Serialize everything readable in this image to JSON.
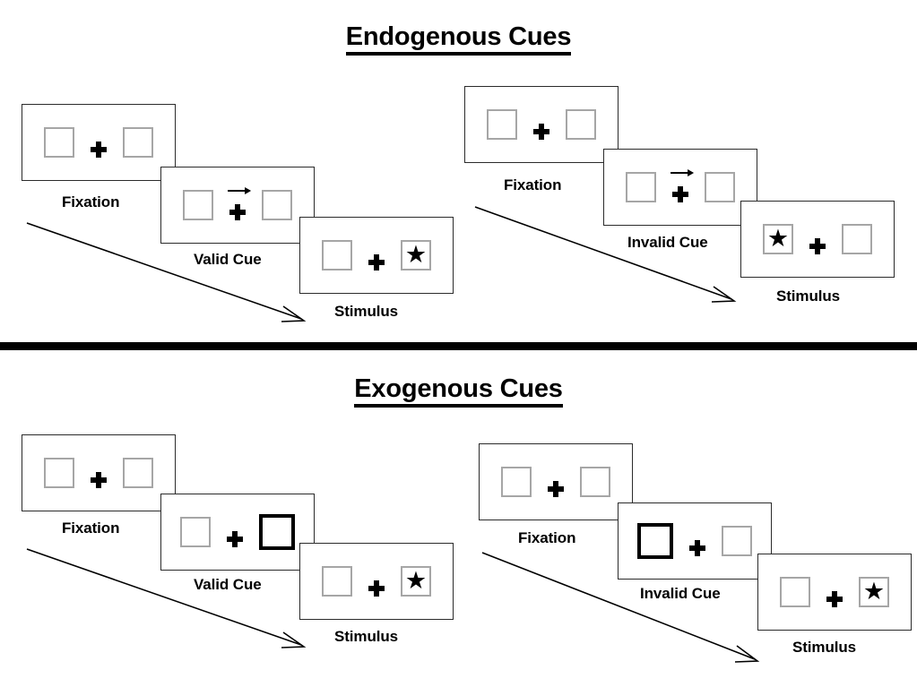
{
  "figure": {
    "sections": [
      {
        "id": "endogenous",
        "title": "Endogenous Cues",
        "conditions": [
          {
            "id": "endogenous-valid",
            "cue_type": "central-arrow",
            "cue_direction": "right",
            "validity": "valid",
            "target_side": "right",
            "panels": [
              {
                "id": "fixation",
                "caption": "Fixation",
                "left_box": "empty",
                "right_box": "empty",
                "center": "cross"
              },
              {
                "id": "cue",
                "caption": "Valid Cue",
                "left_box": "empty",
                "right_box": "empty",
                "center": "cross-with-arrow-right"
              },
              {
                "id": "stimulus",
                "caption": "Stimulus",
                "left_box": "empty",
                "right_box": "star",
                "center": "cross"
              }
            ]
          },
          {
            "id": "endogenous-invalid",
            "cue_type": "central-arrow",
            "cue_direction": "right",
            "validity": "invalid",
            "target_side": "left",
            "panels": [
              {
                "id": "fixation",
                "caption": "Fixation",
                "left_box": "empty",
                "right_box": "empty",
                "center": "cross"
              },
              {
                "id": "cue",
                "caption": "Invalid Cue",
                "left_box": "empty",
                "right_box": "empty",
                "center": "cross-with-arrow-right"
              },
              {
                "id": "stimulus",
                "caption": "Stimulus",
                "left_box": "star",
                "right_box": "empty",
                "center": "cross"
              }
            ]
          }
        ]
      },
      {
        "id": "exogenous",
        "title": "Exogenous Cues",
        "conditions": [
          {
            "id": "exogenous-valid",
            "cue_type": "peripheral-flash",
            "cue_direction": "right",
            "validity": "valid",
            "target_side": "right",
            "panels": [
              {
                "id": "fixation",
                "caption": "Fixation",
                "left_box": "empty",
                "right_box": "empty",
                "center": "cross"
              },
              {
                "id": "cue",
                "caption": "Valid Cue",
                "left_box": "empty",
                "right_box": "cued",
                "center": "cross"
              },
              {
                "id": "stimulus",
                "caption": "Stimulus",
                "left_box": "empty",
                "right_box": "star",
                "center": "cross"
              }
            ]
          },
          {
            "id": "exogenous-invalid",
            "cue_type": "peripheral-flash",
            "cue_direction": "left",
            "validity": "invalid",
            "target_side": "right",
            "panels": [
              {
                "id": "fixation",
                "caption": "Fixation",
                "left_box": "empty",
                "right_box": "empty",
                "center": "cross"
              },
              {
                "id": "cue",
                "caption": "Invalid Cue",
                "left_box": "cued",
                "right_box": "empty",
                "center": "cross"
              },
              {
                "id": "stimulus",
                "caption": "Stimulus",
                "left_box": "empty",
                "right_box": "star",
                "center": "cross"
              }
            ]
          }
        ]
      }
    ],
    "glyphs": {
      "star": "★",
      "cross": "plus-fixation-cross",
      "arrow": "arrow-right-cue",
      "time_arrow": "time-flow-arrow"
    },
    "colors": {
      "ink": "#000000",
      "frame_border": "#2b2b2b",
      "box_border": "#a6a6a6",
      "cued_box_border": "#000000",
      "background": "#ffffff"
    }
  }
}
